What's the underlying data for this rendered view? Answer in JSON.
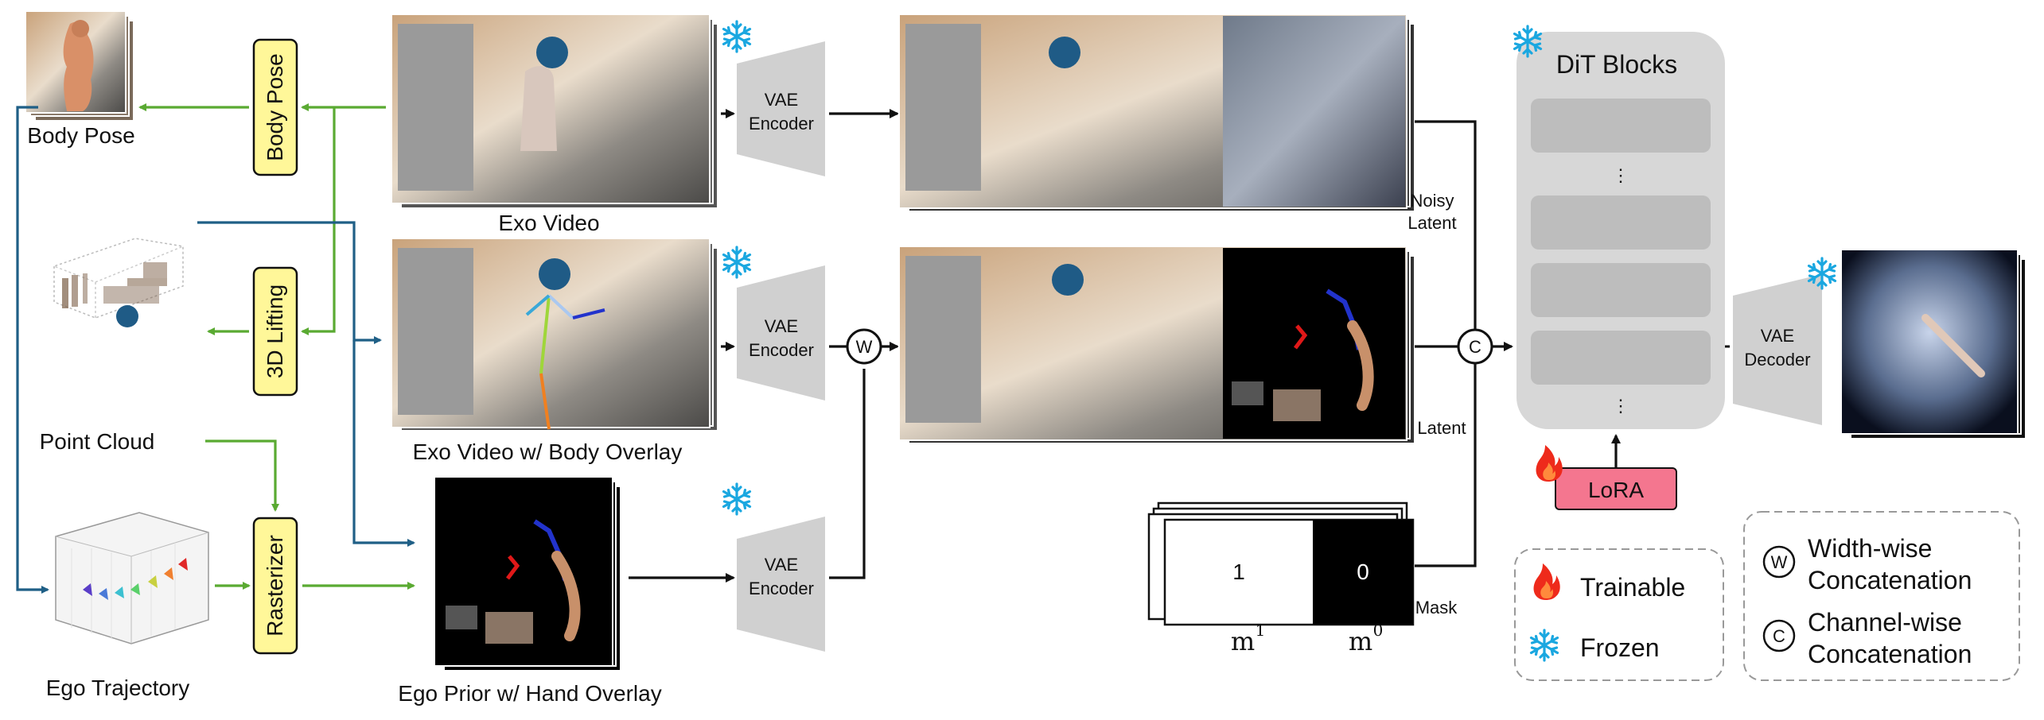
{
  "colors": {
    "green_arrow": "#5aaa32",
    "blue_arrow": "#1f5f86",
    "yellow_box": "#fff799",
    "vae_gray": "#d0d0d0",
    "dit_gray": "#d7d7d7",
    "dit_block": "#bdbdbd",
    "lora_pink": "#f4768f",
    "snow_blue": "#1aa7e0",
    "fire_red": "#ee2a1b"
  },
  "left_column": {
    "body_pose_label": "Body Pose",
    "point_cloud_label": "Point Cloud",
    "ego_trajectory_label": "Ego Trajectory"
  },
  "ops": {
    "body_pose": "Body Pose",
    "lifting": "3D Lifting",
    "rasterizer": "Rasterizer"
  },
  "middle_column": {
    "exo_video_label": "Exo Video",
    "exo_overlay_label": "Exo Video w/ Body Overlay",
    "ego_prior_label": "Ego Prior w/ Hand Overlay"
  },
  "vae": {
    "encoder_line1": "VAE",
    "encoder_line2": "Encoder",
    "decoder_line1": "VAE",
    "decoder_line2": "Decoder"
  },
  "latents": {
    "noisy_line1": "Noisy",
    "noisy_line2": "Latent",
    "latent": "Latent",
    "mask": "Mask",
    "mask_one": "1",
    "mask_zero": "0",
    "m1": "m",
    "m1_sup": "1",
    "m0": "m",
    "m0_sup": "0"
  },
  "operators": {
    "width": "W",
    "channel": "C"
  },
  "dit": {
    "title": "DiT Blocks",
    "ellipsis": "⋮",
    "lora": "LoRA"
  },
  "legend": {
    "trainable": "Trainable",
    "frozen": "Frozen",
    "width_line1": "Width-wise",
    "width_line2": "Concatenation",
    "channel_line1": "Channel-wise",
    "channel_line2": "Concatenation"
  },
  "icons": [
    "snowflake-icon",
    "fire-icon",
    "image-thumbnail"
  ]
}
